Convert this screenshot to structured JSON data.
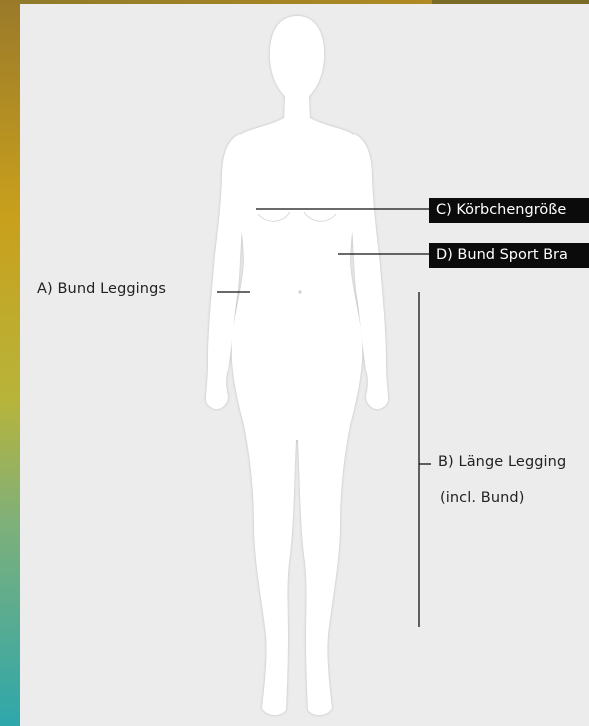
{
  "labels": {
    "a": "A) Bund Leggings",
    "b": "B) Länge Legging",
    "b_note": "(incl. Bund)",
    "c": "C) Körbchengröße",
    "d": "D) Bund Sport Bra"
  },
  "colors": {
    "background": "#ececec",
    "silhouette": "#ffffff",
    "tag_bg": "#0b0b0b",
    "tag_text": "#ffffff"
  }
}
